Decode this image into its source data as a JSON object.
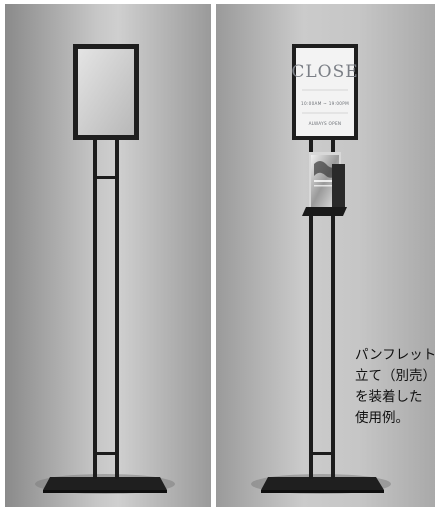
{
  "sign": {
    "title": "CLOSE",
    "hours": "10:00AM ~ 19:00PM",
    "note": "ALWAYS OPEN"
  },
  "caption": {
    "lines": [
      "パンフレット",
      "立て（別売）",
      "を装着した",
      "使用例。"
    ]
  },
  "colors": {
    "stand": "#222222",
    "background": "#c4c4c4",
    "sign_panel": "#f2f2f2"
  }
}
